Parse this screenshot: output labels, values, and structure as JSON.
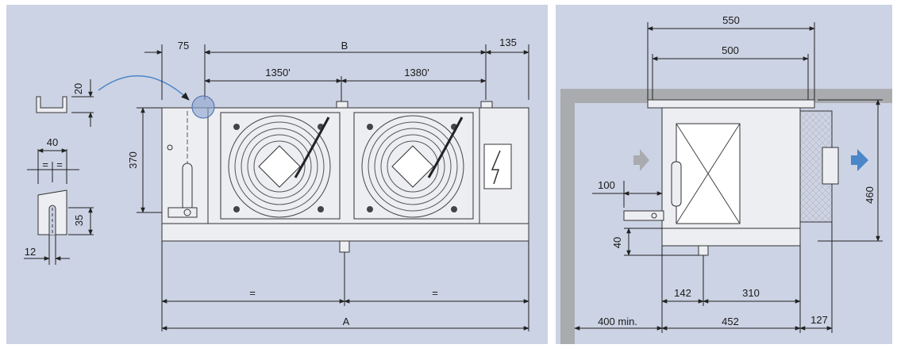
{
  "background_color": "#ccd3e4",
  "accent_color": "#4a86c8",
  "front_view": {
    "dim_75": "75",
    "dim_B": "B",
    "dim_135": "135",
    "dim_1350": "1350'",
    "dim_1380": "1380'",
    "dim_370": "370",
    "dim_eq_left": "=",
    "dim_eq_right": "=",
    "dim_A": "A"
  },
  "bracket_detail": {
    "dim_20": "20",
    "dim_40": "40",
    "dim_eq_a": "=",
    "dim_eq_b": "=",
    "dim_35": "35",
    "dim_12": "12"
  },
  "side_view": {
    "dim_550": "550",
    "dim_500": "500",
    "dim_100": "100",
    "dim_460": "460",
    "dim_40": "40",
    "dim_142": "142",
    "dim_310": "310",
    "dim_400min": "400 min.",
    "dim_452": "452",
    "dim_127": "127"
  },
  "icons": [
    "high-voltage-icon",
    "airflow-arrow-icon",
    "fan-icon"
  ]
}
